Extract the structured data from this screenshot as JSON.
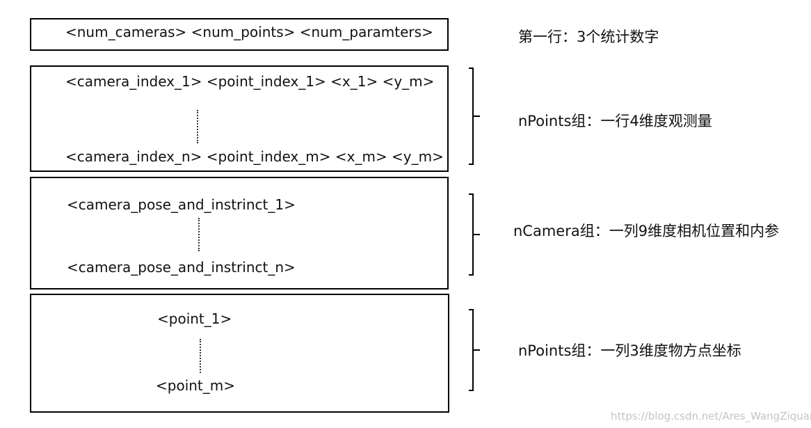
{
  "header_box": {
    "text": "<num_cameras>  <num_points> <num_paramters>"
  },
  "observations_box": {
    "first": "<camera_index_1>  <point_index_1> <x_1> <y_m>",
    "last": "<camera_index_n>  <point_index_m> <x_m> <y_m>"
  },
  "cameras_box": {
    "first": "<camera_pose_and_instrinct_1>",
    "last": "<camera_pose_and_instrinct_n>"
  },
  "points_box": {
    "first": "<point_1>",
    "last": "<point_m>"
  },
  "labels": {
    "header": "第一行：3个统计数字",
    "observations": "nPoints组：一行4维度观测量",
    "cameras": "nCamera组：一列9维度相机位置和内参",
    "points": "nPoints组：一列3维度物方点坐标"
  },
  "watermark": "https://blog.csdn.net/Ares_WangZiquan"
}
